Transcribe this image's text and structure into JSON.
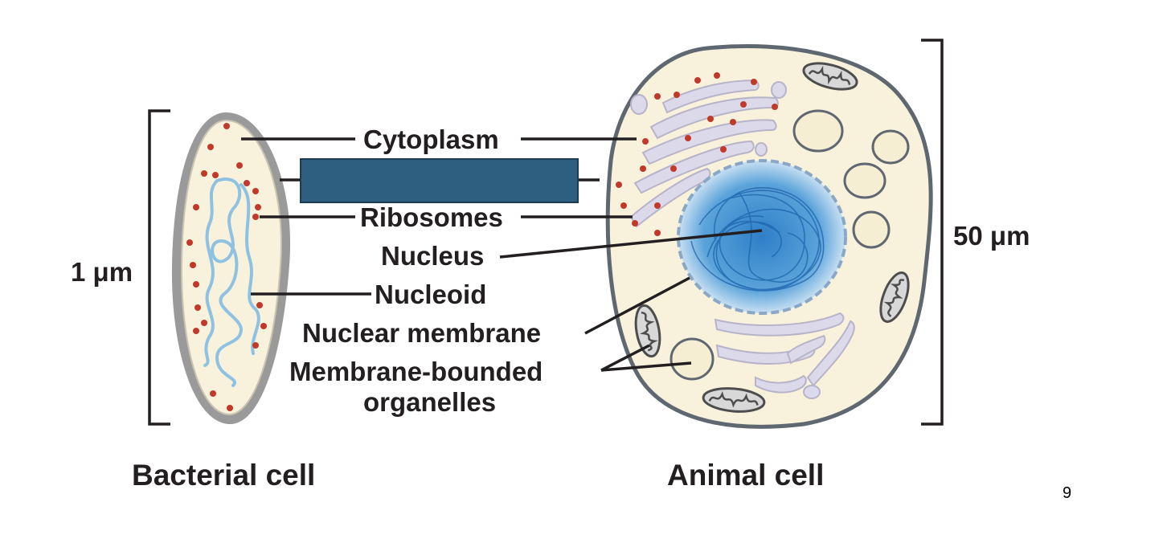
{
  "labels": {
    "cytoplasm": "Cytoplasm",
    "ribosomes": "Ribosomes",
    "nucleus": "Nucleus",
    "nucleoid": "Nucleoid",
    "nuclear_membrane": "Nuclear membrane",
    "membrane_bounded_line1": "Membrane-bounded",
    "membrane_bounded_line2": "organelles"
  },
  "scale": {
    "bacterial": "1 μm",
    "animal": "50 μm"
  },
  "captions": {
    "bacterial": "Bacterial cell",
    "animal": "Animal cell"
  },
  "page_number": "9",
  "colors": {
    "cytoplasm_fill": "#f8f2dc",
    "membrane": "#8c8c8c",
    "ribosome": "#c0392b",
    "nucleoid": "#8fc1e3",
    "nucleus": "#3b8fd1",
    "organelle": "#dcd9ea",
    "cover_box": "#2e5f80"
  }
}
